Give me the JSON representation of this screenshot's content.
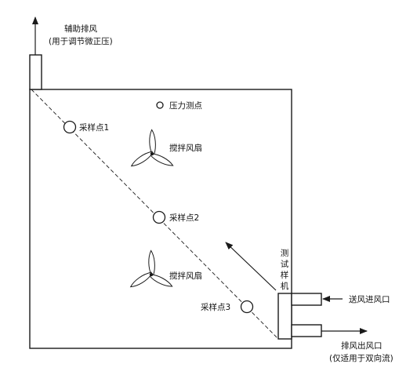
{
  "labels": {
    "aux_exhaust_line1": "辅助排风",
    "aux_exhaust_line2": "(用于调节微正压)",
    "pressure_point": "压力测点",
    "sample_point_1": "采样点1",
    "sample_point_2": "采样点2",
    "sample_point_3": "采样点3",
    "fan_top": "搅拌风扇",
    "fan_bottom": "搅拌风扇",
    "tester_chars": [
      "测",
      "试",
      "样",
      "机"
    ],
    "supply_inlet": "送风进风口",
    "exhaust_outlet_line1": "排风出风口",
    "exhaust_outlet_line2": "(仅适用于双向流)"
  },
  "icons": {
    "fan": "stirring-fan-icon",
    "sampling_point": "circle-marker",
    "pressure_point": "small-circle-marker",
    "airflow": "arrow-icon"
  },
  "colors": {
    "line": "#1a1a1a",
    "background": "#ffffff"
  }
}
